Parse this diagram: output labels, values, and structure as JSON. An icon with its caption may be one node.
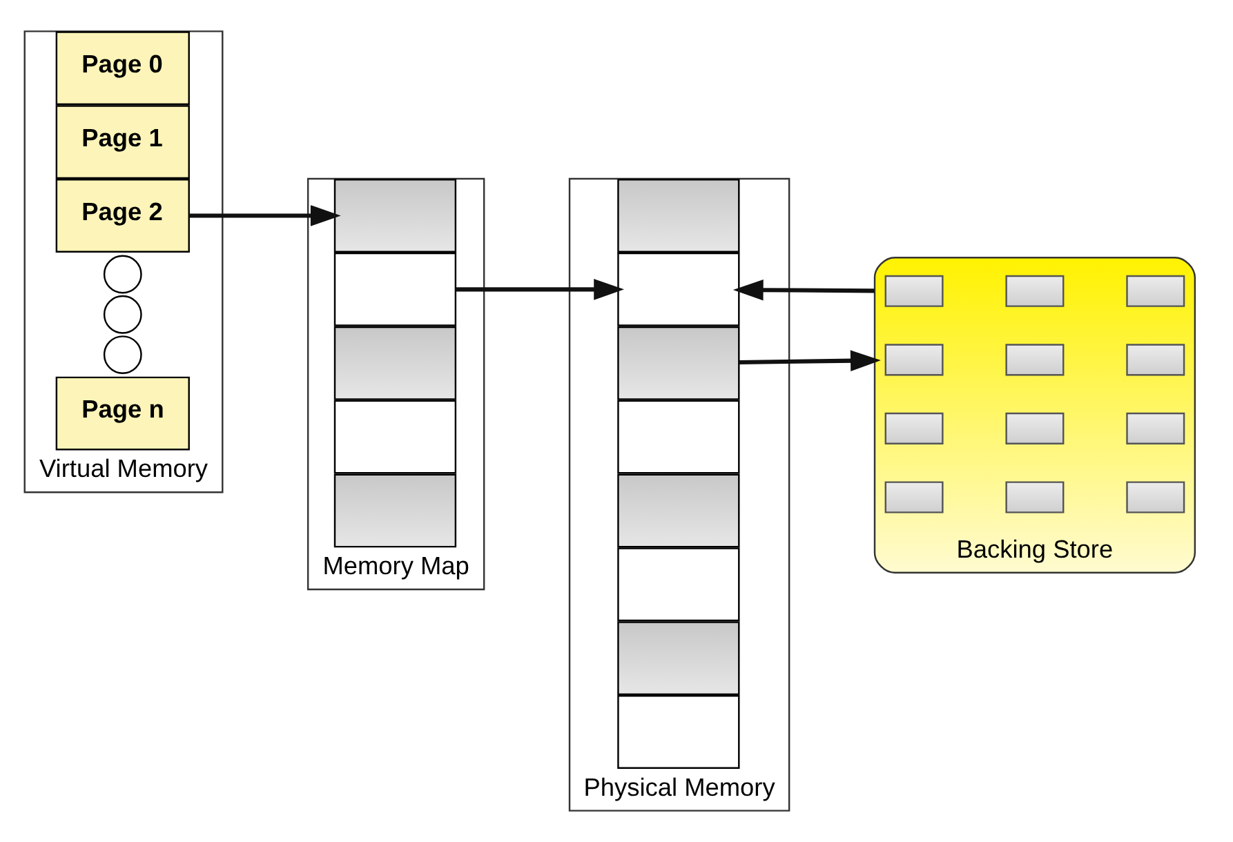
{
  "diagram": {
    "nodes": [
      {
        "text": [
          "Virtual Memory"
        ]
      },
      {
        "text": [
          "Page 0"
        ],
        "in": 0
      },
      {
        "text": [
          "Page 1"
        ],
        "in": 0
      },
      {
        "text": [
          "Page 2"
        ],
        "in": 0
      },
      {
        "text": [],
        "shape": "circle",
        "in": 0
      },
      {
        "text": [],
        "shape": "circle",
        "in": 0
      },
      {
        "text": [],
        "shape": "circle",
        "in": 0
      },
      {
        "text": [
          "Page n"
        ],
        "in": 0
      },
      {
        "text": [
          "Memory Map"
        ]
      },
      {
        "text": [],
        "shape": "box",
        "in": 8
      },
      {
        "text": [],
        "shape": "box",
        "in": 8
      },
      {
        "text": [],
        "shape": "box",
        "in": 8
      },
      {
        "text": [],
        "shape": "box",
        "in": 8
      },
      {
        "text": [],
        "shape": "box",
        "in": 8
      },
      {
        "text": [
          "Physical Memory"
        ]
      },
      {
        "text": [],
        "shape": "box",
        "in": 14
      },
      {
        "text": [],
        "shape": "box",
        "in": 14
      },
      {
        "text": [],
        "shape": "box",
        "in": 14
      },
      {
        "text": [],
        "shape": "box",
        "in": 14
      },
      {
        "text": [],
        "shape": "box",
        "in": 14
      },
      {
        "text": [],
        "shape": "box",
        "in": 14
      },
      {
        "text": [],
        "shape": "box",
        "in": 14
      },
      {
        "text": [],
        "shape": "box",
        "in": 14
      },
      {
        "text": [
          "Backing Store"
        ]
      },
      {
        "text": [],
        "shape": "box",
        "in": 23
      },
      {
        "text": [],
        "shape": "box",
        "in": 23
      },
      {
        "text": [],
        "shape": "box",
        "in": 23
      },
      {
        "text": [],
        "shape": "box",
        "in": 23
      },
      {
        "text": [],
        "shape": "box",
        "in": 23
      },
      {
        "text": [],
        "shape": "box",
        "in": 23
      },
      {
        "text": [],
        "shape": "box",
        "in": 23
      },
      {
        "text": [],
        "shape": "box",
        "in": 23
      },
      {
        "text": [],
        "shape": "box",
        "in": 23
      },
      {
        "text": [],
        "shape": "box",
        "in": 23
      },
      {
        "text": [],
        "shape": "box",
        "in": 23
      },
      {
        "text": [],
        "shape": "box",
        "in": 23
      }
    ],
    "edges": [
      {
        "from": 3,
        "to": 9,
        "arrow": "to"
      },
      {
        "from": 8,
        "to": 14,
        "arrow": "to"
      },
      {
        "from": 14,
        "to": 23,
        "arrow": "to"
      },
      {
        "from": 23,
        "to": 14,
        "arrow": "to"
      }
    ]
  }
}
